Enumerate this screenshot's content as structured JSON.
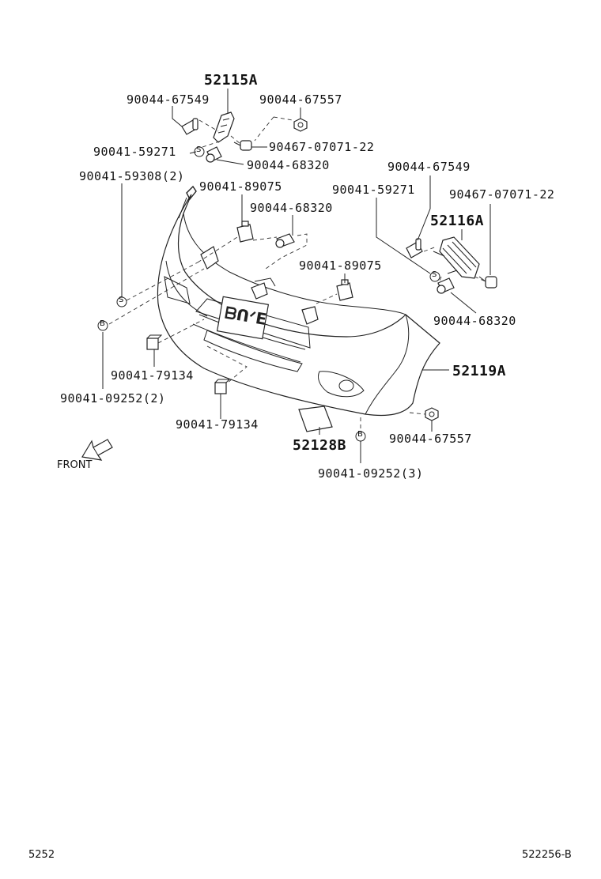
{
  "labels": {
    "p52115A": "52115A",
    "p52116A": "52116A",
    "p52119A": "52119A",
    "p52128B": "52128B",
    "c67549_a": "90044-67549",
    "c67557_a": "90044-67557",
    "c59271_a": "90041-59271",
    "c07071_a": "90467-07071-22",
    "c68320_a": "90044-68320",
    "c59308": "90041-59308(2)",
    "c89075_a": "90041-89075",
    "c68320_b": "90044-68320",
    "c67549_b": "90044-67549",
    "c59271_b": "90041-59271",
    "c07071_b": "90467-07071-22",
    "c89075_b": "90041-89075",
    "c68320_c": "90044-68320",
    "c79134_a": "90041-79134",
    "c09252_a": "90041-09252(2)",
    "c79134_b": "90041-79134",
    "c67557_b": "90044-67557",
    "c09252_b": "90041-09252(3)"
  },
  "markers": {
    "s": "S",
    "b": "B"
  },
  "front": "FRONT",
  "footer": {
    "left": "5252",
    "right": "522256-B"
  }
}
